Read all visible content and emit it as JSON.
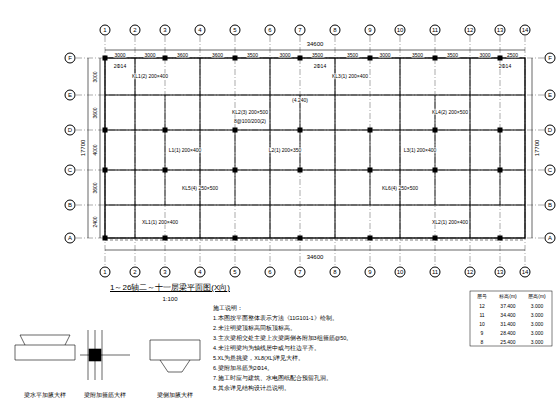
{
  "diagram": {
    "title": "1～26轴二～十一层梁平面图(X向)",
    "labels": [
      "34600",
      "3000",
      "3000",
      "3600",
      "3600",
      "3500",
      "3000",
      "3500",
      "3500",
      "3000",
      "3500",
      "3500",
      "3000",
      "2500",
      "1",
      "2",
      "3",
      "4",
      "5",
      "6",
      "7",
      "8",
      "9",
      "10",
      "11",
      "12",
      "13",
      "14",
      "F",
      "E",
      "D",
      "C",
      "B",
      "A",
      "3000",
      "3600",
      "4000",
      "3600",
      "2400",
      "17700",
      "F",
      "E",
      "D",
      "C",
      "B",
      "A",
      "17700",
      "34600",
      "1",
      "2",
      "3",
      "4",
      "5",
      "6",
      "7",
      "8",
      "9",
      "10",
      "11",
      "12",
      "13",
      "14",
      "KL1(2) 200×400",
      "KL2(3) 200×500",
      "KL3(1) 200×400",
      "KL4(2) 200×500",
      "L1(1) 200×400",
      "L2(1) 200×350",
      "L3(1) 200×400",
      "KL5(4) 250×500",
      "KL6(4) 250×500",
      "XL1(1) 200×400",
      "XL2(1) 200×400",
      "2Φ14",
      "2Φ14",
      "2Φ14",
      "(4.240)",
      "8@100/200(2)",
      "梁水平加腋大样",
      "梁附加箍筋大样",
      "梁侧加腋大样",
      "1:100",
      "施工说明：",
      "1.本图按平面整体表示方法《11G101-1》绘制。",
      "2.未注明梁顶标高同板顶标高。",
      "3.主次梁相交处主梁上次梁两侧各附加3组箍筋@50。",
      "4.未注明梁均为轴线居中或与柱边平齐。",
      "5.XL为悬挑梁，XL8(XL)详见大样。",
      "6.梁附加吊筋为2Φ14。",
      "7.施工时应与建筑、水电图纸配合预留孔洞。",
      "8.其余详见结构设计总说明。",
      "层号",
      "标高(m)",
      "层高(m)",
      "12",
      "37.400",
      "3.000",
      "11",
      "34.400",
      "3.000",
      "10",
      "31.400",
      "3.000",
      "9",
      "28.400",
      "3.000",
      "8",
      "25.400",
      "3.000"
    ]
  }
}
